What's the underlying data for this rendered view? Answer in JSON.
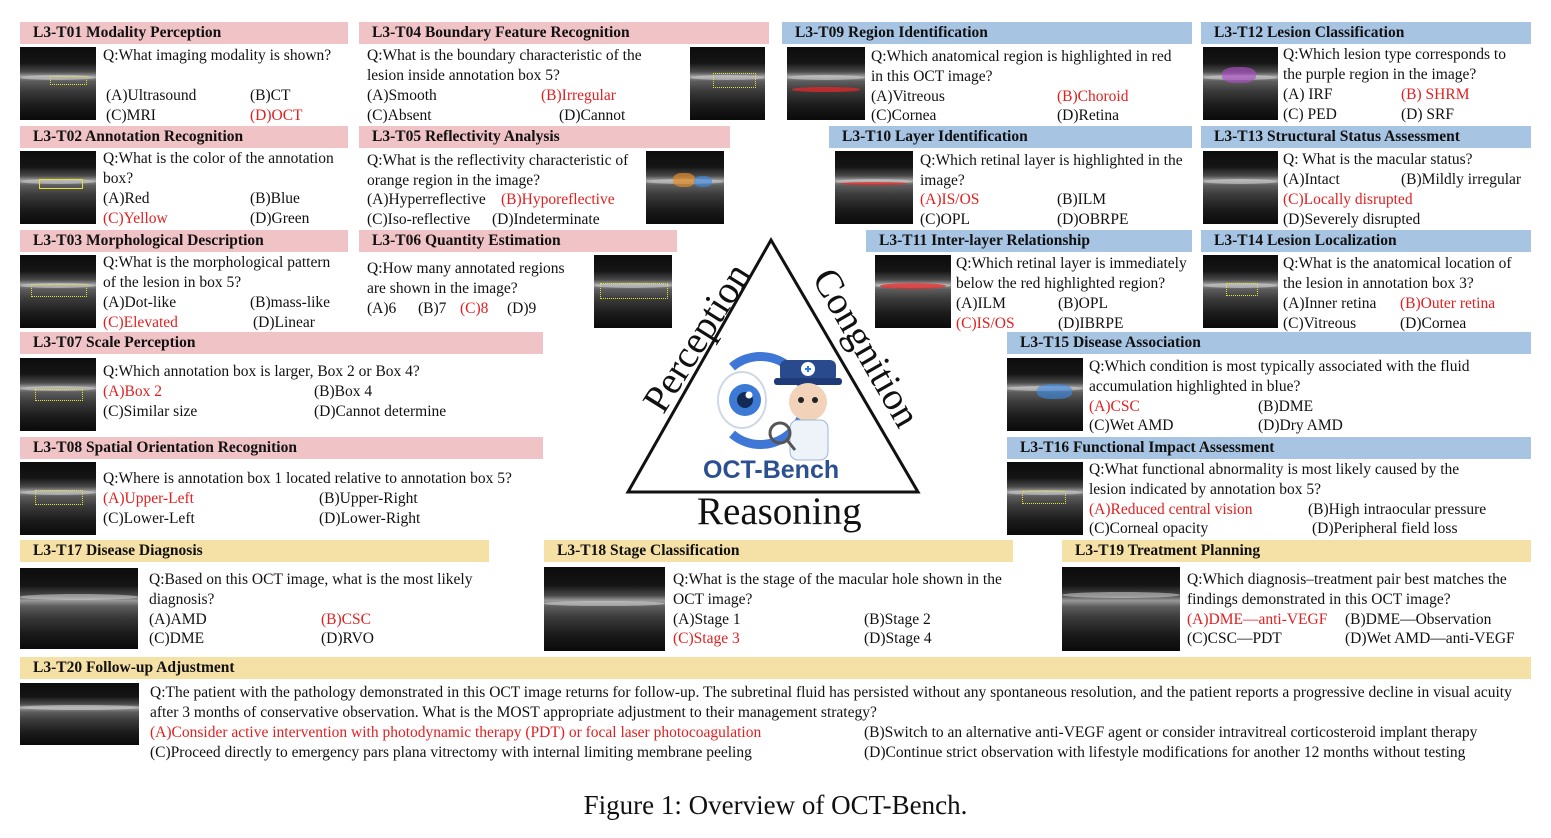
{
  "caption": "Figure 1: Overview of OCT-Bench.",
  "triangle": {
    "perception": "Perception",
    "congnition": "Congnition",
    "reasoning": "Reasoning",
    "logo_text": "OCT-Bench"
  },
  "colors": {
    "perception_header": "#f0c3c6",
    "cognition_header": "#a8c4e3",
    "reasoning_header": "#f5e0a5",
    "answer": "#e02020"
  },
  "tasks": {
    "t01": {
      "title": "L3-T01 Modality Perception",
      "question": "Q:What imaging modality is shown?",
      "options": [
        "(A)Ultrasound",
        "(B)CT",
        "(C)MRI",
        "(D)OCT"
      ],
      "answer": "D"
    },
    "t02": {
      "title": "L3-T02 Annotation Recognition",
      "question": "Q:What is the color of the annotation box?",
      "options": [
        "(A)Red",
        "(B)Blue",
        "(C)Yellow",
        "(D)Green"
      ],
      "answer": "C"
    },
    "t03": {
      "title": "L3-T03 Morphological Description",
      "question": "Q:What is the morphological pattern of the lesion in box 5?",
      "options": [
        "(A)Dot-like",
        "(B)mass-like",
        "(C)Elevated",
        "(D)Linear"
      ],
      "answer": "C"
    },
    "t04": {
      "title": "L3-T04 Boundary Feature Recognition",
      "question": "Q:What is the boundary characteristic of the lesion inside annotation box 5?",
      "options": [
        "(A)Smooth",
        "(B)Irregular",
        "(C)Absent",
        "(D)Cannot"
      ],
      "answer": "B"
    },
    "t05": {
      "title": "L3-T05 Reflectivity Analysis",
      "question": "Q:What is the reflectivity characteristic of orange region in the image?",
      "options": [
        "(A)Hyperreflective",
        "(B)Hyporeflective",
        "(C)Iso-reflective",
        "(D)Indeterminate"
      ],
      "answer": "B"
    },
    "t06": {
      "title": "L3-T06 Quantity Estimation",
      "question": "Q:How many annotated regions are shown in the image?",
      "options": [
        "(A)6",
        "(B)7",
        "(C)8",
        "(D)9"
      ],
      "answer": "C"
    },
    "t07": {
      "title": "L3-T07 Scale Perception",
      "question": "Q:Which annotation box is larger, Box 2 or Box 4?",
      "options": [
        "(A)Box 2",
        "(B)Box 4",
        "(C)Similar size",
        "(D)Cannot determine"
      ],
      "answer": "A"
    },
    "t08": {
      "title": "L3-T08 Spatial Orientation Recognition",
      "question": "Q:Where is annotation box 1 located relative to annotation box 5?",
      "options": [
        "(A)Upper-Left",
        "(B)Upper-Right",
        "(C)Lower-Left",
        "(D)Lower-Right"
      ],
      "answer": "A"
    },
    "t09": {
      "title": "L3-T09 Region Identification",
      "question": "Q:Which anatomical region is highlighted in red in this OCT image?",
      "options": [
        "(A)Vitreous",
        "(B)Choroid",
        "(C)Cornea",
        "(D)Retina"
      ],
      "answer": "B"
    },
    "t10": {
      "title": "L3-T10 Layer Identification",
      "question": "Q:Which retinal layer is highlighted in the image?",
      "options": [
        "(A)IS/OS",
        "(B)ILM",
        "(C)OPL",
        "(D)OBRPE"
      ],
      "answer": "A"
    },
    "t11": {
      "title": "L3-T11 Inter-layer Relationship",
      "question": "Q:Which retinal layer is immediately below the red highlighted region?",
      "options": [
        "(A)ILM",
        "(B)OPL",
        "(C)IS/OS",
        "(D)IBRPE"
      ],
      "answer": "C"
    },
    "t12": {
      "title": "L3-T12 Lesion Classification",
      "question": "Q:Which lesion type corresponds to the purple region in the image?",
      "options": [
        "(A) IRF",
        "(B) SHRM",
        "(C) PED",
        "(D) SRF"
      ],
      "answer": "B"
    },
    "t13": {
      "title": "L3-T13 Structural Status Assessment",
      "question": "Q: What is the macular status?",
      "options": [
        "(A)Intact",
        "(B)Mildly irregular",
        "(C)Locally disrupted",
        "(D)Severely disrupted"
      ],
      "answer": "C"
    },
    "t14": {
      "title": "L3-T14 Lesion Localization",
      "question": "Q:What is the anatomical location of the lesion in annotation box 3?",
      "options": [
        "(A)Inner retina",
        "(B)Outer retina",
        "(C)Vitreous",
        "(D)Cornea"
      ],
      "answer": "B"
    },
    "t15": {
      "title": "L3-T15 Disease Association",
      "question": "Q:Which condition is most typically associated with the fluid accumulation highlighted in blue?",
      "options": [
        "(A)CSC",
        "(B)DME",
        "(C)Wet AMD",
        "(D)Dry AMD"
      ],
      "answer": "A"
    },
    "t16": {
      "title": "L3-T16 Functional Impact Assessment",
      "question": "Q:What functional abnormality is most likely caused by the lesion indicated by annotation box 5?",
      "options": [
        "(A)Reduced central vision",
        "(B)High intraocular pressure",
        "(C)Corneal opacity",
        "(D)Peripheral field loss"
      ],
      "answer": "A"
    },
    "t17": {
      "title": "L3-T17 Disease Diagnosis",
      "question": "Q:Based on this OCT image, what is the most likely diagnosis?",
      "options": [
        "(A)AMD",
        "(B)CSC",
        "(C)DME",
        "(D)RVO"
      ],
      "answer": "B"
    },
    "t18": {
      "title": "L3-T18 Stage Classification",
      "question": "Q:What is the stage of the macular hole shown in the OCT image?",
      "options": [
        "(A)Stage 1",
        "(B)Stage 2",
        "(C)Stage 3",
        "(D)Stage 4"
      ],
      "answer": "C"
    },
    "t19": {
      "title": "L3-T19 Treatment Planning",
      "question": "Q:Which diagnosis–treatment pair best matches the findings demonstrated in this OCT image?",
      "options": [
        "(A)DME—anti-VEGF",
        "(B)DME—Observation",
        "(C)CSC—PDT",
        "(D)Wet AMD—anti-VEGF"
      ],
      "answer": "A"
    },
    "t20": {
      "title": "L3-T20 Follow-up Adjustment",
      "question": "Q:The patient with the pathology demonstrated in this OCT image returns for follow-up. The subretinal fluid has persisted without any spontaneous resolution, and the patient reports a progressive decline in visual acuity after 3 months of conservative observation. What is the MOST appropriate adjustment to their management strategy?",
      "options": [
        "(A)Consider active intervention with photodynamic therapy (PDT) or focal laser photocoagulation",
        "(B)Switch to an alternative anti-VEGF agent or consider intravitreal corticosteroid implant therapy",
        "(C)Proceed directly to emergency pars plana vitrectomy with internal limiting membrane peeling",
        "(D)Continue strict observation with lifestyle modifications for another 12 months without testing"
      ],
      "answer": "A"
    }
  }
}
